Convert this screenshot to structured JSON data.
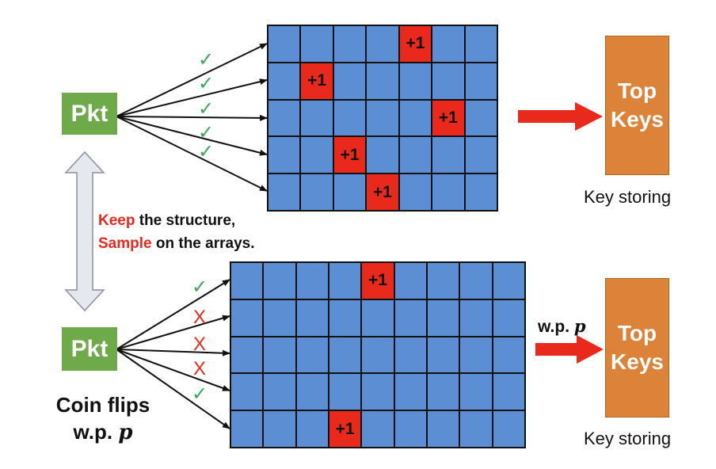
{
  "top": {
    "pkt_label": "Pkt",
    "hit_label": "+1",
    "rows": 5,
    "cols": 7,
    "hits": [
      [
        0,
        4
      ],
      [
        1,
        1
      ],
      [
        2,
        5
      ],
      [
        3,
        2
      ],
      [
        4,
        3
      ]
    ],
    "marks": [
      "✓",
      "✓",
      "✓",
      "✓",
      "✓"
    ],
    "box_line1": "Top",
    "box_line2": "Keys",
    "caption": "Key storing"
  },
  "middle": {
    "keep_word": "Keep",
    "keep_rest": " the structure,",
    "sample_word": "Sample",
    "sample_rest": " on the arrays."
  },
  "bottom": {
    "pkt_label": "Pkt",
    "hit_label": "+1",
    "rows": 5,
    "cols": 9,
    "hits": [
      [
        0,
        4
      ],
      [
        4,
        3
      ]
    ],
    "marks": [
      "✓",
      "X",
      "X",
      "X",
      "✓"
    ],
    "coin_line1": "Coin flips",
    "coin_prefix": "w.p. ",
    "p_symbol": "p",
    "wp_prefix": "w.p. ",
    "box_line1": "Top",
    "box_line2": "Keys",
    "caption": "Key storing"
  },
  "colors": {
    "cell": "#5b8ed3",
    "hit": "#e8291c",
    "pkt": "#6ea94a",
    "box": "#dd8239",
    "check": "#3aa85a",
    "cross": "#e8291c",
    "arrow": "#e8291c"
  }
}
